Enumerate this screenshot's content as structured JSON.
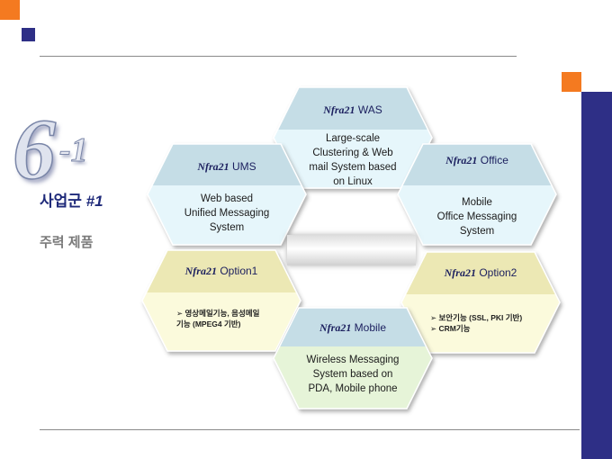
{
  "colors": {
    "orange": "#f47a20",
    "navy": "#2e2f86",
    "hex_title_fill": "#c5dde6",
    "hex_body_fill": "#e6f6fb",
    "hex_option_title_fill": "#ece8b4",
    "hex_option_body_fill": "#fbfadc",
    "hex_mobile_body_fill": "#e6f4d8"
  },
  "section": {
    "number": "6",
    "sub_number": "-1",
    "title_prefix": "사업군 ",
    "title_suffix": "#1",
    "subtitle": "주력 제품"
  },
  "products": {
    "was": {
      "brand": "Nfra21",
      "name": " WAS",
      "body": [
        "Large-scale",
        "Clustering & Web",
        "mail System based",
        "on Linux"
      ]
    },
    "ums": {
      "brand": "Nfra21",
      "name": " UMS",
      "body": [
        "Web based",
        "Unified Messaging",
        "System"
      ]
    },
    "office": {
      "brand": "Nfra21",
      "name": " Office",
      "body": [
        "Mobile",
        "Office Messaging",
        "System"
      ]
    },
    "option1": {
      "brand": "Nfra21",
      "name": " Option1",
      "items": [
        "➢  영상메일기능, 음성메일",
        "     기능 (MPEG4 기반)"
      ]
    },
    "option2": {
      "brand": "Nfra21",
      "name": " Option2",
      "items": [
        "➢  보안기능 (SSL, PKI 기반)",
        "➢  CRM기능"
      ]
    },
    "mobile": {
      "brand": "Nfra21",
      "name": " Mobile",
      "body": [
        "Wireless Messaging",
        "System based on",
        "PDA, Mobile phone"
      ]
    }
  }
}
